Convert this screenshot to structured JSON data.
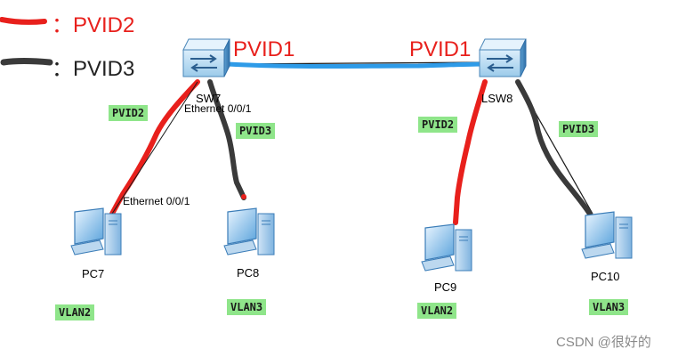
{
  "legend": {
    "red_label": "：PVID2",
    "dark_label": "：PVID3",
    "red_color": "#e8201c",
    "dark_color": "#3a3a3a"
  },
  "link_color": "#2e9be8",
  "switches": {
    "left": {
      "name": "SW7",
      "port_label": "PVID1"
    },
    "right": {
      "name": "LSW8",
      "port_label": "PVID1"
    }
  },
  "annotations": {
    "sw7_port": "Ethernet 0/0/1",
    "pc7_port": "Ethernet 0/0/1"
  },
  "pvid_tags": {
    "sw7_left": "PVID2",
    "sw7_right": "PVID3",
    "lsw8_left": "PVID2",
    "lsw8_right": "PVID3"
  },
  "pcs": [
    {
      "name": "PC7",
      "vlan": "VLAN2"
    },
    {
      "name": "PC8",
      "vlan": "VLAN3"
    },
    {
      "name": "PC9",
      "vlan": "VLAN2"
    },
    {
      "name": "PC10",
      "vlan": "VLAN3"
    }
  ],
  "watermark": "CSDN @很好的"
}
